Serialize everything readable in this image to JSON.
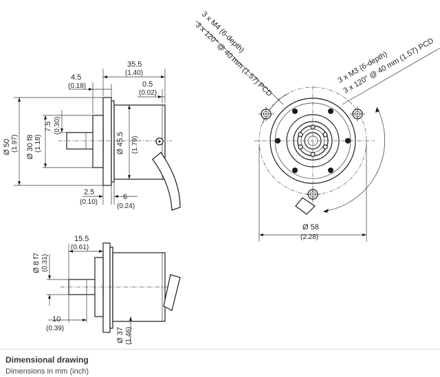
{
  "caption": {
    "title": "Dimensional drawing",
    "subtitle": "Dimensions in mm (inch)"
  },
  "dimensions": {
    "d355_mm": "35.5",
    "d355_in": "(1.40)",
    "d45_mm": "4.5",
    "d45_in": "(0.18)",
    "d05_mm": "0.5",
    "d05_in": "(0.02)",
    "d50_mm": "Ø 50",
    "d50_in": "(1.97)",
    "d30_mm": "Ø 30 f8",
    "d30_in": "(1.18)",
    "d75_mm": "7.5",
    "d75_in": "(0.30)",
    "d455_mm": "Ø 45.5",
    "d455_in": "(1.79)",
    "d25_mm": "2.5",
    "d25_in": "(0.10)",
    "d6_mm": "6",
    "d6_in": "(0.24)",
    "d155_mm": "15.5",
    "d155_in": "(0.61)",
    "d8_mm": "Ø 8 f7",
    "d8_in": "(0.31)",
    "d10_mm": "10",
    "d10_in": "(0.39)",
    "d37_mm": "Ø 37",
    "d37_in": "(1.46)",
    "d58_mm": "Ø 58",
    "d58_in": "(2.28)"
  },
  "callouts": {
    "m4_line1": "3 x M4 (6-depth)",
    "m4_line2": "3 x 120° @ 40 mm (1.57) PCD",
    "m3_line1": "3 x M3 (6-depth)",
    "m3_line2": "3 x 120° @ 40 mm (1.57) PCD"
  }
}
